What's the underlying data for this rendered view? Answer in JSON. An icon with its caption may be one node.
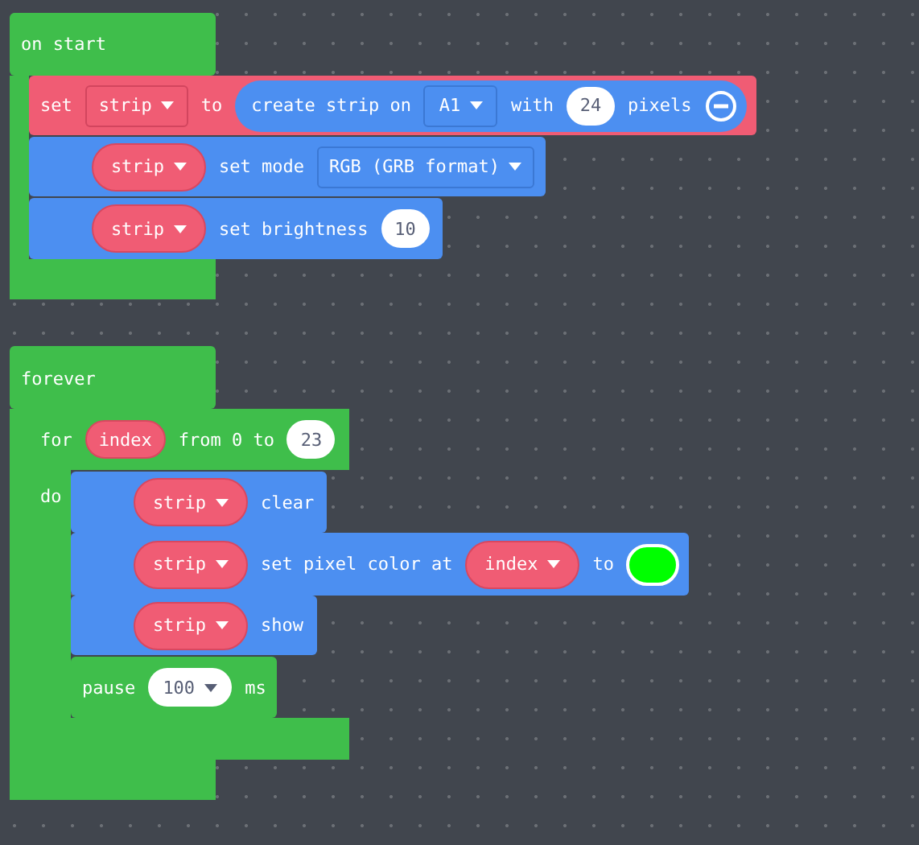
{
  "diagram": {
    "nodes": [
      {
        "text": [
          "on start"
        ]
      },
      {
        "text": [
          "set",
          "to"
        ]
      },
      {
        "text": [
          "strip"
        ],
        "in": 1
      },
      {
        "text": [
          "create strip on",
          "with",
          "pixels"
        ],
        "in": 1
      },
      {
        "text": [
          "A1"
        ],
        "in": 3
      },
      {
        "text": [
          "24"
        ],
        "in": 3
      },
      {
        "text": [
          "set mode"
        ]
      },
      {
        "text": [
          "strip"
        ],
        "in": 6
      },
      {
        "text": [
          "RGB (GRB format)"
        ],
        "in": 6
      },
      {
        "text": [
          "set brightness"
        ]
      },
      {
        "text": [
          "strip"
        ],
        "in": 9
      },
      {
        "text": [
          "10"
        ],
        "in": 9
      },
      {
        "text": [
          "forever"
        ]
      },
      {
        "text": [
          "for",
          "from 0 to",
          "do"
        ]
      },
      {
        "text": [
          "index"
        ],
        "in": 13
      },
      {
        "text": [
          "23"
        ],
        "in": 13
      },
      {
        "text": [
          "clear"
        ],
        "in": 13
      },
      {
        "text": [
          "strip"
        ],
        "in": 16
      },
      {
        "text": [
          "set pixel color at",
          "to"
        ]
      },
      {
        "text": [
          "strip"
        ],
        "in": 18
      },
      {
        "text": [
          "index"
        ],
        "in": 18
      },
      {
        "text": [],
        "shape": "circle",
        "in": 18
      },
      {
        "text": [
          "show"
        ],
        "in": 13
      },
      {
        "text": [
          "strip"
        ],
        "in": 22
      },
      {
        "text": [
          "pause",
          "ms"
        ],
        "in": 13
      },
      {
        "text": [
          "100"
        ],
        "in": 24
      }
    ]
  }
}
